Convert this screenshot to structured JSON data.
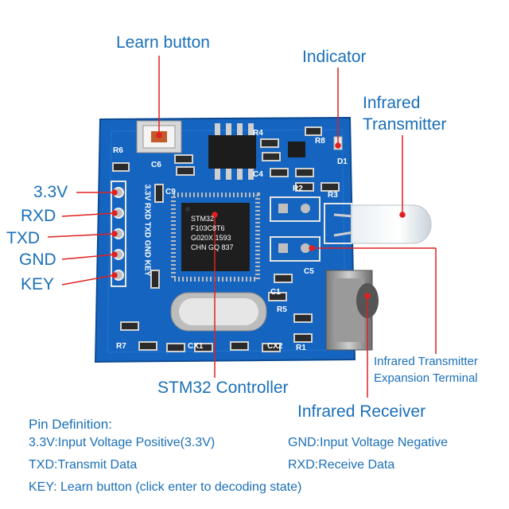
{
  "callouts": {
    "learn_button": "Learn button",
    "indicator": "Indicator",
    "ir_transmitter_line1": "Infrared",
    "ir_transmitter_line2": "Transmitter",
    "ir_expansion_line1": "Infrared Transmitter",
    "ir_expansion_line2": "Expansion Terminal",
    "stm32_controller": "STM32 Controller",
    "ir_receiver": "Infrared Receiver"
  },
  "pins": [
    "3.3V",
    "RXD",
    "TXD",
    "GND",
    "KEY"
  ],
  "silkscreen": {
    "pin_header": "3.3V RXD TXD GND KEY",
    "chip_text": [
      "STM32",
      "F103C8T6",
      "G020X 1593",
      "CHN GQ 837"
    ],
    "refs": [
      "R6",
      "C6",
      "C4",
      "R4",
      "R8",
      "D1",
      "R3",
      "C9",
      "R2",
      "R5",
      "C5",
      "C1",
      "R7",
      "CX1",
      "CX2",
      "R1"
    ]
  },
  "pin_definition": {
    "title": "Pin Definition:",
    "items": [
      "3.3V:Input Voltage Positive(3.3V)",
      "GND:Input Voltage Negative",
      "TXD:Transmit Data",
      "RXD:Receive Data",
      "KEY: Learn button (click enter to decoding state)"
    ]
  },
  "colors": {
    "pcb": "#1565c0",
    "label": "#1a6fb8",
    "pointer": "#e02020"
  }
}
